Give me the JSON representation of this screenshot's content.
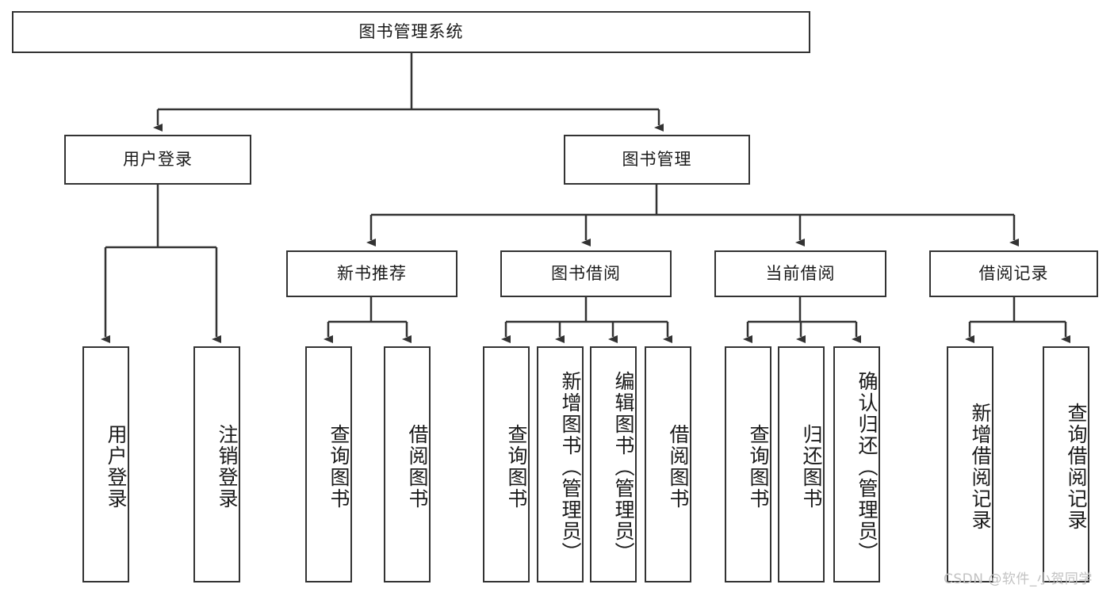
{
  "diagram": {
    "title": "图书管理系统",
    "type": "hierarchy-tree",
    "colors": {
      "border": "#333333",
      "background": "#ffffff",
      "text": "#1a1a1a",
      "watermark": "#c2c2c2"
    },
    "root": {
      "label": "图书管理系统"
    },
    "level2": [
      {
        "label": "用户登录"
      },
      {
        "label": "图书管理"
      }
    ],
    "level3": [
      {
        "label": "新书推荐"
      },
      {
        "label": "图书借阅"
      },
      {
        "label": "当前借阅"
      },
      {
        "label": "借阅记录"
      }
    ],
    "leaves": {
      "user_login": [
        {
          "label": "用户登录"
        },
        {
          "label": "注销登录"
        }
      ],
      "new_book_recommend": [
        {
          "label": "查询图书"
        },
        {
          "label": "借阅图书"
        }
      ],
      "book_borrow": [
        {
          "label": "查询图书"
        },
        {
          "label": "新增图书（管理员）"
        },
        {
          "label": "编辑图书（管理员）"
        },
        {
          "label": "借阅图书"
        }
      ],
      "current_borrow": [
        {
          "label": "查询图书"
        },
        {
          "label": "归还图书"
        },
        {
          "label": "确认归还（管理员）"
        }
      ],
      "borrow_record": [
        {
          "label": "新增借阅记录"
        },
        {
          "label": "查询借阅记录"
        }
      ]
    },
    "watermark": "CSDN @软件_小贺同学"
  }
}
